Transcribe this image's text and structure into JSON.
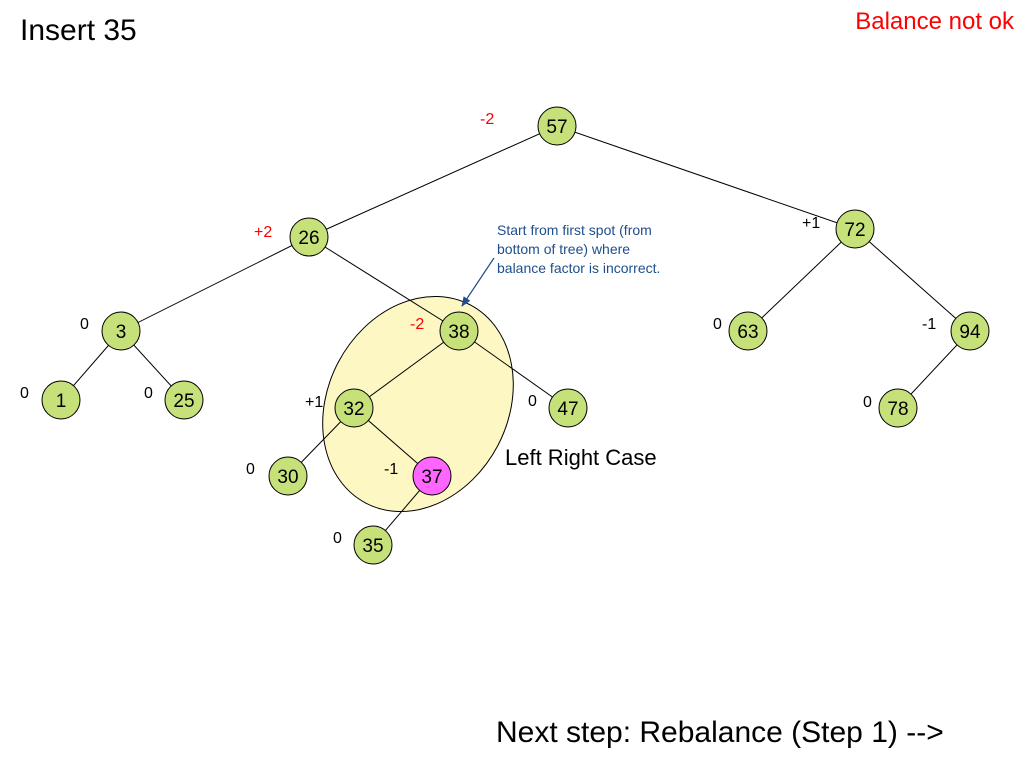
{
  "title": "Insert 35",
  "status": {
    "text": "Balance not ok",
    "color": "#ff0000"
  },
  "next_step": "Next step: Rebalance (Step 1) -->",
  "case_label": "Left Right Case",
  "annotation": {
    "lines": [
      "Start from first spot (from",
      "bottom of tree) where",
      "balance factor is incorrect."
    ],
    "color": "#1f4e8c"
  },
  "colors": {
    "node_fill": "#c6e07a",
    "highlight_fill": "#ff66ff",
    "ellipse_fill": "#fdf7c4",
    "unbalanced_text": "#ff0000"
  },
  "nodes": [
    {
      "id": "n57",
      "label": "57",
      "bf": "-2",
      "unbalanced": true
    },
    {
      "id": "n26",
      "label": "26",
      "bf": "+2",
      "unbalanced": true
    },
    {
      "id": "n72",
      "label": "72",
      "bf": "+1"
    },
    {
      "id": "n3",
      "label": "3",
      "bf": "0"
    },
    {
      "id": "n38",
      "label": "38",
      "bf": "-2",
      "unbalanced": true
    },
    {
      "id": "n63",
      "label": "63",
      "bf": "0"
    },
    {
      "id": "n94",
      "label": "94",
      "bf": "-1"
    },
    {
      "id": "n1",
      "label": "1",
      "bf": "0"
    },
    {
      "id": "n25",
      "label": "25",
      "bf": "0"
    },
    {
      "id": "n32",
      "label": "32",
      "bf": "+1"
    },
    {
      "id": "n47",
      "label": "47",
      "bf": "0"
    },
    {
      "id": "n78",
      "label": "78",
      "bf": "0"
    },
    {
      "id": "n30",
      "label": "30",
      "bf": "0"
    },
    {
      "id": "n37",
      "label": "37",
      "bf": "-1",
      "highlight": true
    },
    {
      "id": "n35",
      "label": "35",
      "bf": "0"
    }
  ],
  "edges": [
    [
      "n57",
      "n26"
    ],
    [
      "n57",
      "n72"
    ],
    [
      "n26",
      "n3"
    ],
    [
      "n26",
      "n38"
    ],
    [
      "n3",
      "n1"
    ],
    [
      "n3",
      "n25"
    ],
    [
      "n38",
      "n32"
    ],
    [
      "n38",
      "n47"
    ],
    [
      "n32",
      "n30"
    ],
    [
      "n32",
      "n37"
    ],
    [
      "n37",
      "n35"
    ],
    [
      "n72",
      "n63"
    ],
    [
      "n72",
      "n94"
    ],
    [
      "n94",
      "n78"
    ]
  ]
}
